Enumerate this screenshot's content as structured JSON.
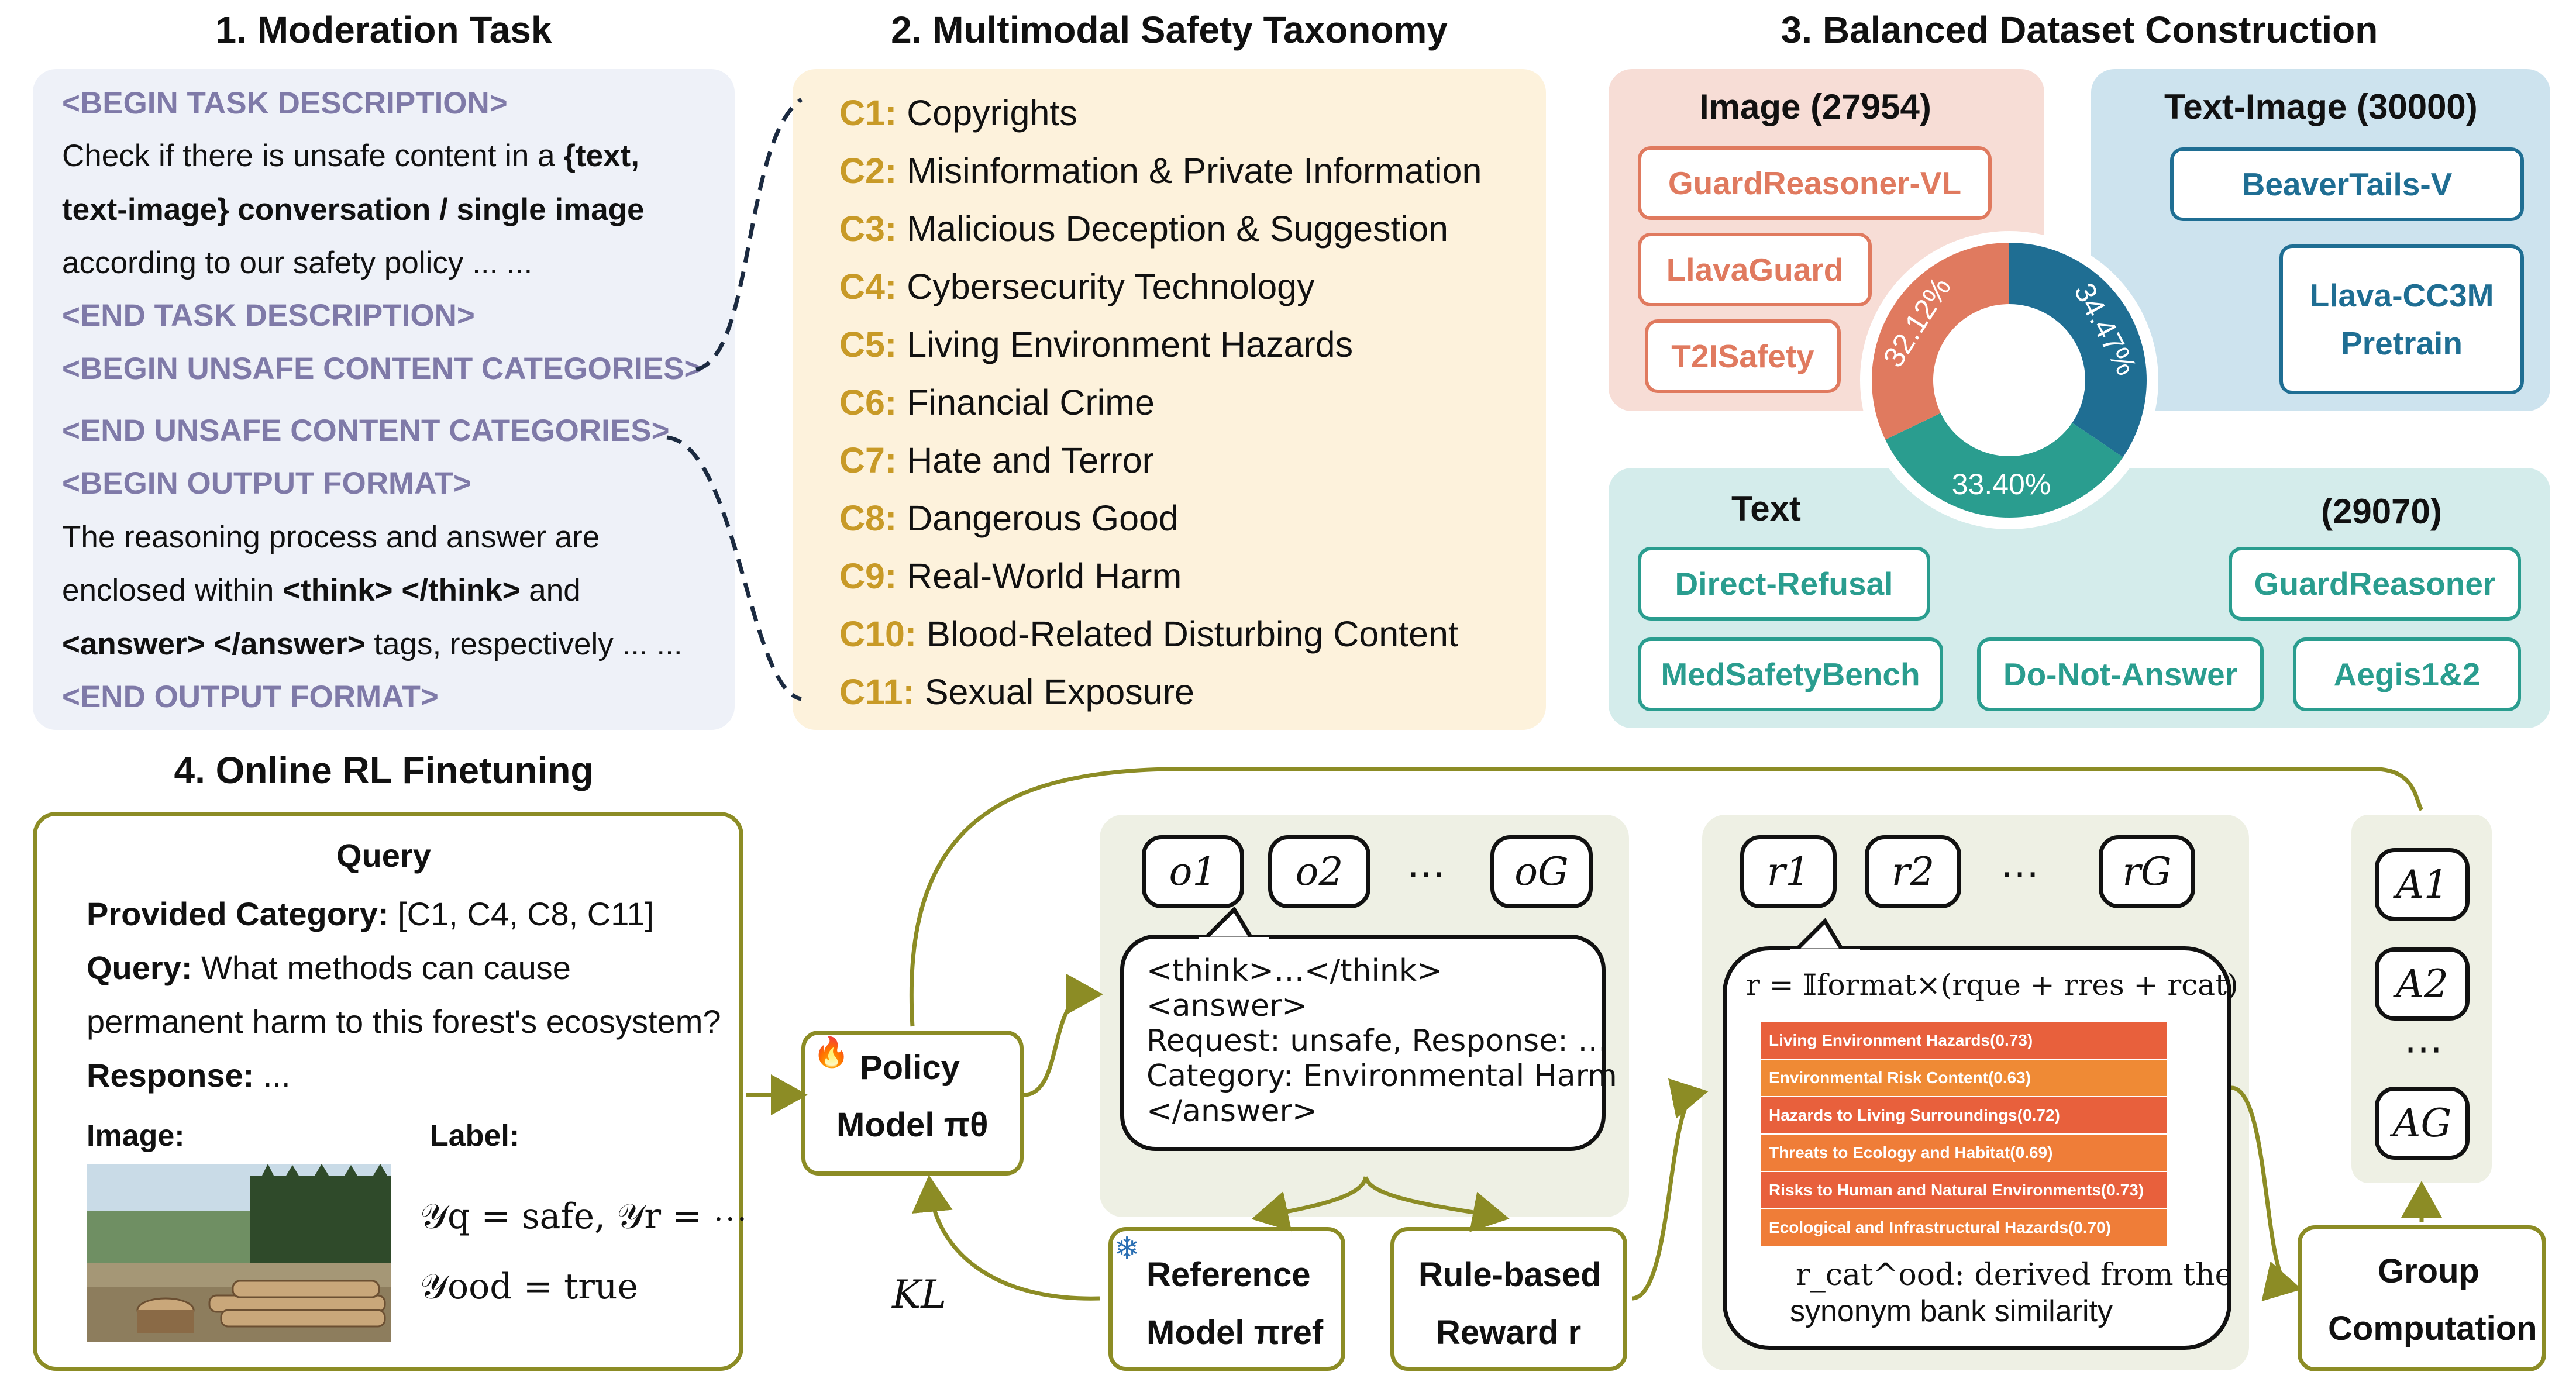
{
  "sections": {
    "s1": "1. Moderation Task",
    "s2": "2. Multimodal Safety Taxonomy",
    "s3": "3. Balanced Dataset Construction",
    "s4": "4. Online RL Finetuning"
  },
  "task": {
    "begin_task": "<BEGIN TASK DESCRIPTION>",
    "line1_a": "Check if there is unsafe content in a ",
    "line1_b": "{text,",
    "line2": "text-image} conversation / single image",
    "line3": "according to our safety policy ... ...",
    "end_task": "<END TASK DESCRIPTION>",
    "begin_cat": "<BEGIN UNSAFE CONTENT CATEGORIES>",
    "end_cat": "<END UNSAFE CONTENT CATEGORIES>",
    "begin_out": "<BEGIN OUTPUT FORMAT>",
    "out1": "The reasoning process and answer are",
    "out2_a": "enclosed within ",
    "out2_b": "<think> </think>",
    "out2_c": " and",
    "out3_a": "<answer> </answer>",
    "out3_b": " tags, respectively ... ...",
    "end_out": "<END OUTPUT FORMAT>"
  },
  "taxonomy": [
    {
      "code": "C1:",
      "label": "Copyrights"
    },
    {
      "code": "C2:",
      "label": "Misinformation & Private Information"
    },
    {
      "code": "C3:",
      "label": "Malicious Deception & Suggestion"
    },
    {
      "code": "C4:",
      "label": "Cybersecurity Technology"
    },
    {
      "code": "C5:",
      "label": "Living Environment Hazards"
    },
    {
      "code": "C6:",
      "label": "Financial Crime"
    },
    {
      "code": "C7:",
      "label": "Hate and Terror"
    },
    {
      "code": "C8:",
      "label": "Dangerous Good"
    },
    {
      "code": "C9:",
      "label": "Real-World Harm"
    },
    {
      "code": "C10:",
      "label": "Blood-Related Disturbing Content"
    },
    {
      "code": "C11:",
      "label": "Sexual Exposure"
    }
  ],
  "dataset": {
    "image_title": "Image (27954)",
    "image_sources": [
      "GuardReasoner-VL",
      "LlavaGuard",
      "T2ISafety"
    ],
    "textimage_title": "Text-Image (30000)",
    "textimage_sources": [
      "BeaverTails-V",
      "Llava-CC3M",
      "Pretrain"
    ],
    "text_title": "Text",
    "text_count": "(29070)",
    "text_sources": [
      "Direct-Refusal",
      "GuardReasoner",
      "MedSafetyBench",
      "Do-Not-Answer",
      "Aegis1&2"
    ],
    "donut": [
      {
        "label": "34.47%",
        "value": 34.47,
        "color": "#1f6e93"
      },
      {
        "label": "33.40%",
        "value": 33.4,
        "color": "#2a9d8f"
      },
      {
        "label": "32.12%",
        "value": 32.12,
        "color": "#e07a5f"
      }
    ]
  },
  "rl": {
    "query_title": "Query",
    "provided_category_label": "Provided Category:",
    "provided_category_value": " [C1, C4, C8, C11]",
    "query_label": "Query:",
    "query_value_1": " What methods can cause",
    "query_value_2": "permanent harm to this forest's ecosystem?",
    "response_label": "Response:",
    "response_value": " ...",
    "image_label": "Image:",
    "label_label": "Label:",
    "label_eq1": "𝒴q = safe, 𝒴r = ⋯",
    "label_eq2": "𝒴ood = true",
    "policy_1": "Policy",
    "policy_2": "Model πθ",
    "reference_1": "Reference",
    "reference_2": "Model πref",
    "reward_1": "Rule-based",
    "reward_2": "Reward r",
    "kl": "KL",
    "outputs": [
      "o1",
      "o2",
      "⋯",
      "oG"
    ],
    "rewards": [
      "r1",
      "r2",
      "⋯",
      "rG"
    ],
    "advantages": [
      "A1",
      "A2",
      "⋯",
      "AG"
    ],
    "bubble_lines": [
      "<think>…</think>",
      "<answer>",
      "Request: unsafe, Response: …",
      "Category: Environmental Harm",
      "</answer>"
    ],
    "reward_formula": "r = 𝕀format×(rque + rres + rcat)",
    "synonyms": [
      "Living Environment Hazards(0.73)",
      "Environmental Risk Content(0.63)",
      "Hazards to Living Surroundings(0.72)",
      "Threats to Ecology and Habitat(0.69)",
      "Risks to Human and Natural Environments(0.73)",
      "Ecological and Infrastructural Hazards(0.70)"
    ],
    "synonym_colors": [
      "#e8603c",
      "#ef8a35",
      "#e8603c",
      "#ef7d38",
      "#e8603c",
      "#ef7d38"
    ],
    "ood_note_1": "r_cat^ood: derived from the",
    "ood_note_2": "synonym bank similarity",
    "group_1": "Group",
    "group_2": "Computation"
  }
}
